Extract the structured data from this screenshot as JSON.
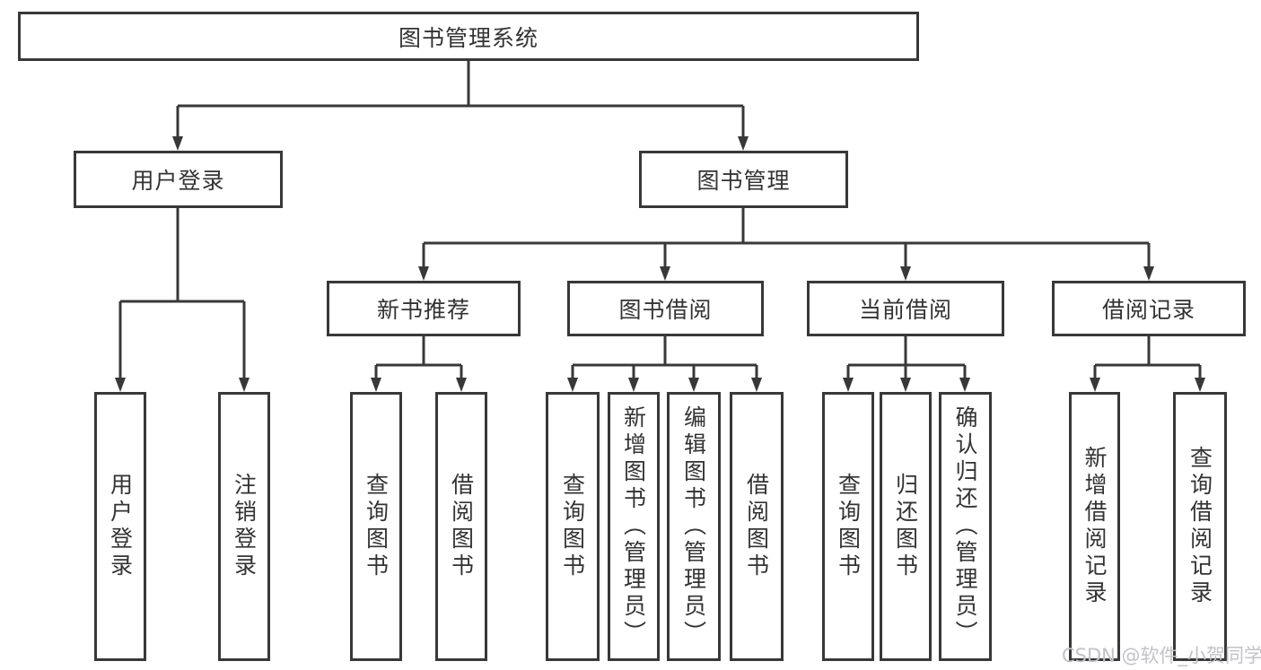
{
  "diagram_title": "图书管理系统",
  "nodes": {
    "root": "图书管理系统",
    "user_login": "用户登录",
    "book_mgmt": "图书管理",
    "login": "用户登录",
    "logout": "注销登录",
    "new_book_rec": "新书推荐",
    "book_borrow": "图书借阅",
    "current_borrow": "当前借阅",
    "borrow_records": "借阅记录",
    "nb_query": "查询图书",
    "nb_borrow": "借阅图书",
    "bb_query": "查询图书",
    "bb_add": "新增图书（管理员）",
    "bb_edit": "编辑图书（管理员）",
    "bb_borrow": "借阅图书",
    "cb_query": "查询图书",
    "cb_return": "归还图书",
    "cb_confirm": "确认归还（管理员）",
    "br_add": "新增借阅记录",
    "br_query": "查询借阅记录"
  },
  "structure": {
    "图书管理系统": {
      "用户登录": [
        "用户登录",
        "注销登录"
      ],
      "图书管理": {
        "新书推荐": [
          "查询图书",
          "借阅图书"
        ],
        "图书借阅": [
          "查询图书",
          "新增图书（管理员）",
          "编辑图书（管理员）",
          "借阅图书"
        ],
        "当前借阅": [
          "查询图书",
          "归还图书",
          "确认归还（管理员）"
        ],
        "借阅记录": [
          "新增借阅记录",
          "查询借阅记录"
        ]
      }
    }
  },
  "watermark": "CSDN @软件_小贺同学",
  "colors": {
    "line": "#383838",
    "text": "#333333",
    "box_fill": "#ffffff",
    "watermark": "#c2c2c7",
    "background": "#ffffff"
  }
}
